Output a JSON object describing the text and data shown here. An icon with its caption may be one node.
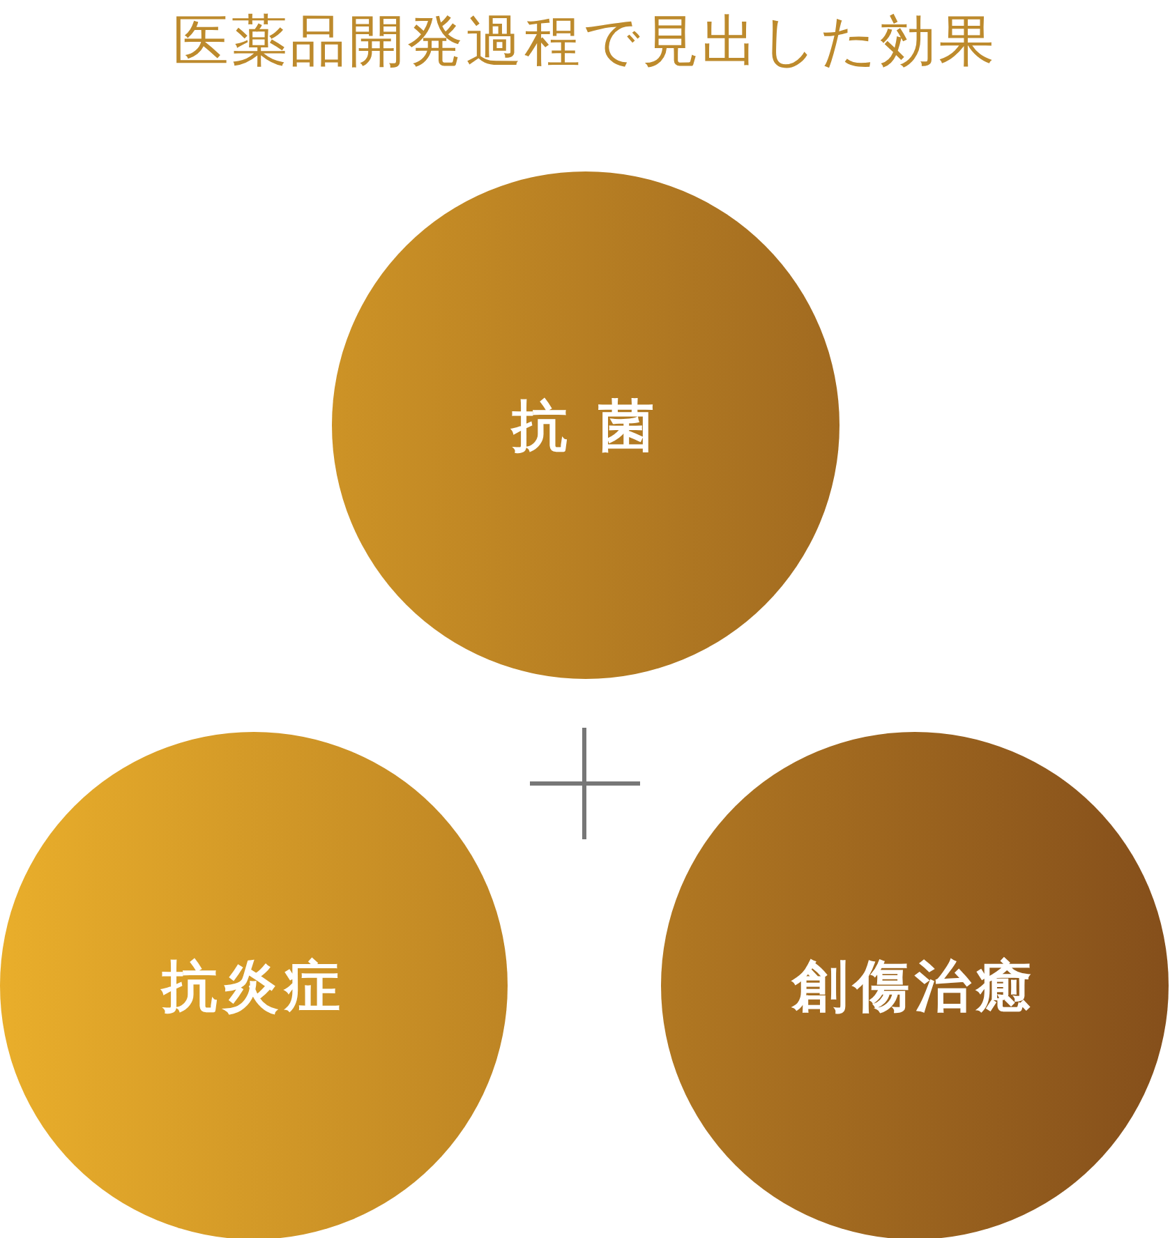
{
  "diagram": {
    "title": "医薬品開発過程で見出した効果",
    "nodes": [
      {
        "text": [
          "抗 菌"
        ]
      },
      {
        "text": [
          "抗炎症"
        ]
      },
      {
        "text": [
          "創傷治癒"
        ]
      }
    ]
  }
}
